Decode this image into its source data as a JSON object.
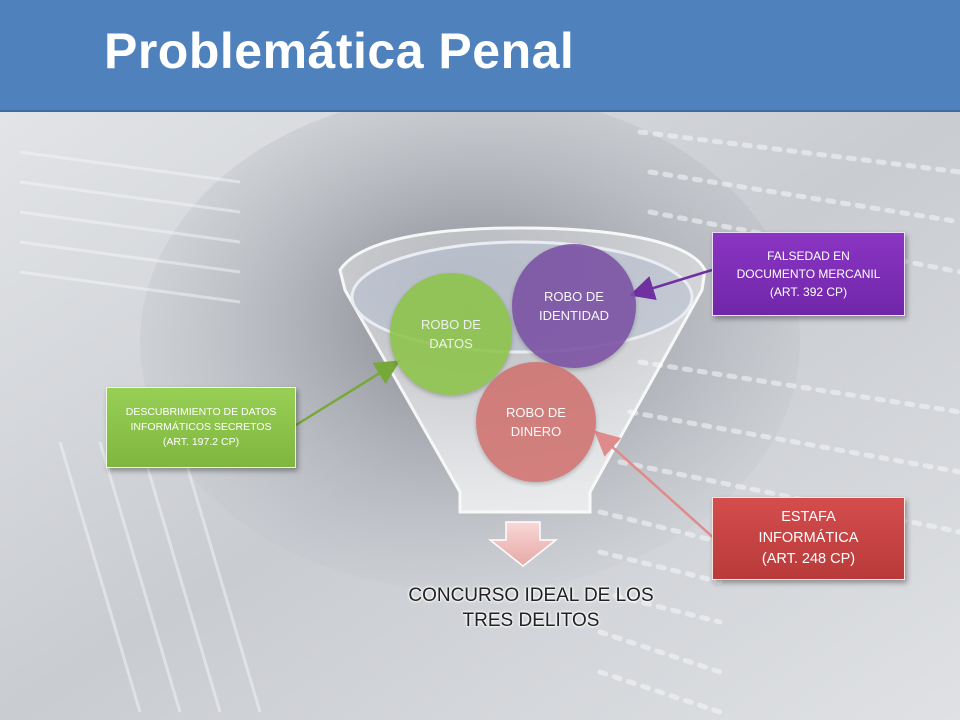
{
  "slide": {
    "title": "Problemática Penal"
  },
  "funnel": {
    "bubbles": {
      "datos": "ROBO DE DATOS",
      "identidad": "ROBO DE IDENTIDAD",
      "dinero": "ROBO DE DINERO"
    },
    "result": "CONCURSO IDEAL DE LOS TRES DELITOS"
  },
  "boxes": {
    "descubrimiento": {
      "line1": "DESCUBRIMIENTO DE DATOS",
      "line2": "INFORMÁTICOS SECRETOS",
      "line3": "(ART. 197.2 CP)"
    },
    "falsedad": {
      "line1": "FALSEDAD EN",
      "line2": "DOCUMENTO MERCANIL",
      "line3": "(ART. 392 CP)"
    },
    "estafa": {
      "line1": "ESTAFA",
      "line2": "INFORMÁTICA",
      "line3": "(ART. 248 CP)"
    }
  },
  "colors": {
    "header": "#4f81bd",
    "green": "#8dc44a",
    "purple": "#7a4fa3",
    "red": "#d0726f"
  }
}
